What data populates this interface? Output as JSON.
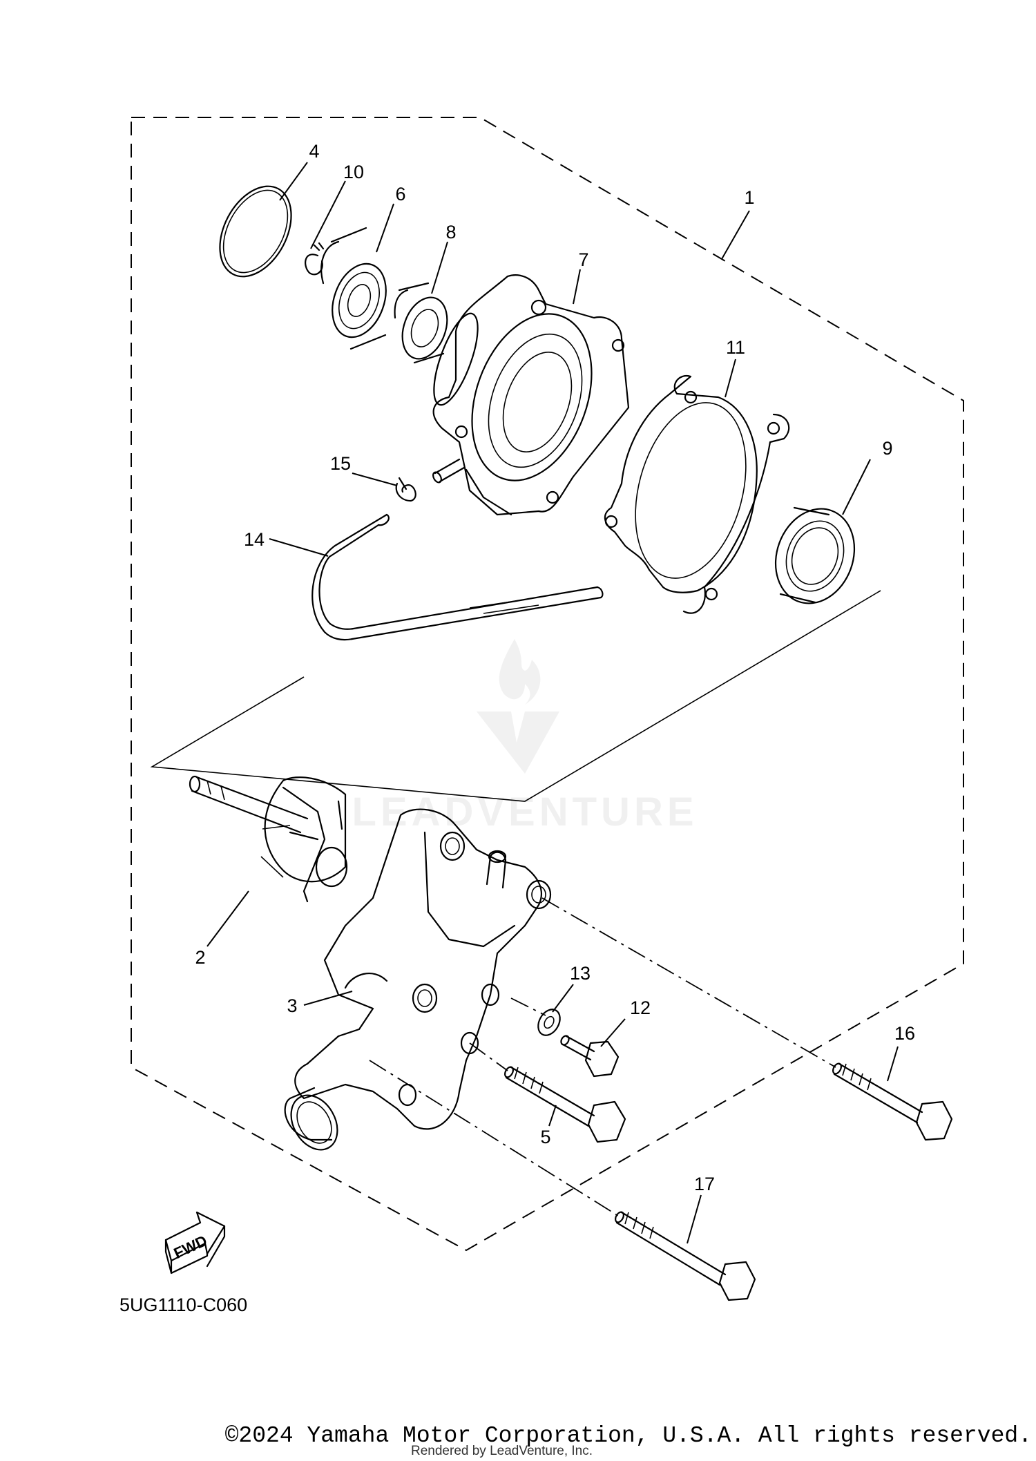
{
  "diagram": {
    "part_code": "5UG1110-C060",
    "fwd_label": "FWD",
    "watermark": "LEADVENTURE",
    "callouts": [
      {
        "id": "c1",
        "label": "1"
      },
      {
        "id": "c2",
        "label": "2"
      },
      {
        "id": "c3",
        "label": "3"
      },
      {
        "id": "c4",
        "label": "4"
      },
      {
        "id": "c5",
        "label": "5"
      },
      {
        "id": "c6",
        "label": "6"
      },
      {
        "id": "c7",
        "label": "7"
      },
      {
        "id": "c8",
        "label": "8"
      },
      {
        "id": "c9",
        "label": "9"
      },
      {
        "id": "c10",
        "label": "10"
      },
      {
        "id": "c11",
        "label": "11"
      },
      {
        "id": "c12",
        "label": "12"
      },
      {
        "id": "c13",
        "label": "13"
      },
      {
        "id": "c14",
        "label": "14"
      },
      {
        "id": "c15",
        "label": "15"
      },
      {
        "id": "c16",
        "label": "16"
      },
      {
        "id": "c17",
        "label": "17"
      }
    ]
  },
  "footer": {
    "copyright": "©2024 Yamaha Motor Corporation, U.S.A. All rights reserved.",
    "rendered_by": "Rendered by LeadVenture, Inc."
  }
}
